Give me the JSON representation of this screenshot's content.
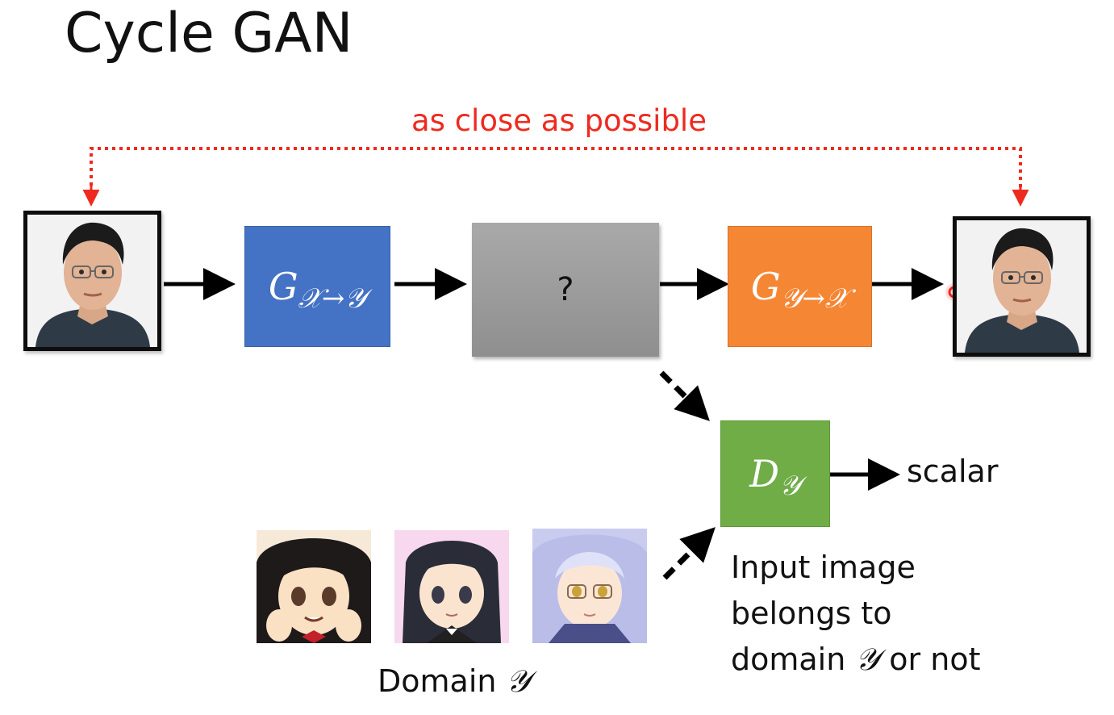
{
  "title": "Cycle GAN",
  "top_note": "as close as possible",
  "generator_forward": {
    "letter": "G",
    "subscript": "𝒳→𝒴"
  },
  "middle_box": {
    "label": "?"
  },
  "generator_backward": {
    "letter": "G",
    "subscript": "𝒴→𝒳"
  },
  "discriminator": {
    "letter": "D",
    "subscript": "𝒴"
  },
  "output_label": "scalar",
  "description": {
    "line1": "Input image",
    "line2": "belongs to",
    "line3_prefix": "domain ",
    "line3_symbol": "𝒴",
    "line3_suffix": " or not"
  },
  "domain_caption": {
    "prefix": "Domain ",
    "symbol": "𝒴"
  },
  "colors": {
    "generator_forward": "#4472c4",
    "generator_backward": "#f58634",
    "discriminator": "#70ad47",
    "middle_box": "#a0a0a0",
    "note": "#ee2a1f"
  }
}
